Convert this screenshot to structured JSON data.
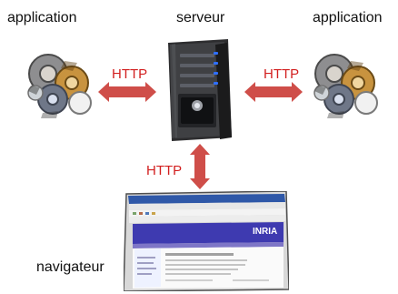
{
  "labels": {
    "left_app": "application",
    "server": "serveur",
    "right_app": "application",
    "browser": "navigateur"
  },
  "arrows": {
    "left": "HTTP",
    "right": "HTTP",
    "down": "HTTP"
  },
  "browser_window": {
    "brand": "INRIA"
  },
  "icons": {
    "left_app": "gears-icon",
    "right_app": "gears-icon",
    "server": "server-tower-icon",
    "browser": "browser-screenshot-icon",
    "left_arrow": "double-arrow-icon",
    "right_arrow": "double-arrow-icon",
    "down_arrow": "double-arrow-icon"
  },
  "colors": {
    "arrow": "#cf4e49",
    "arrow_text": "#d21f1f",
    "server_light": "#2f6fff",
    "browser_banner": "#3e3ab0"
  }
}
